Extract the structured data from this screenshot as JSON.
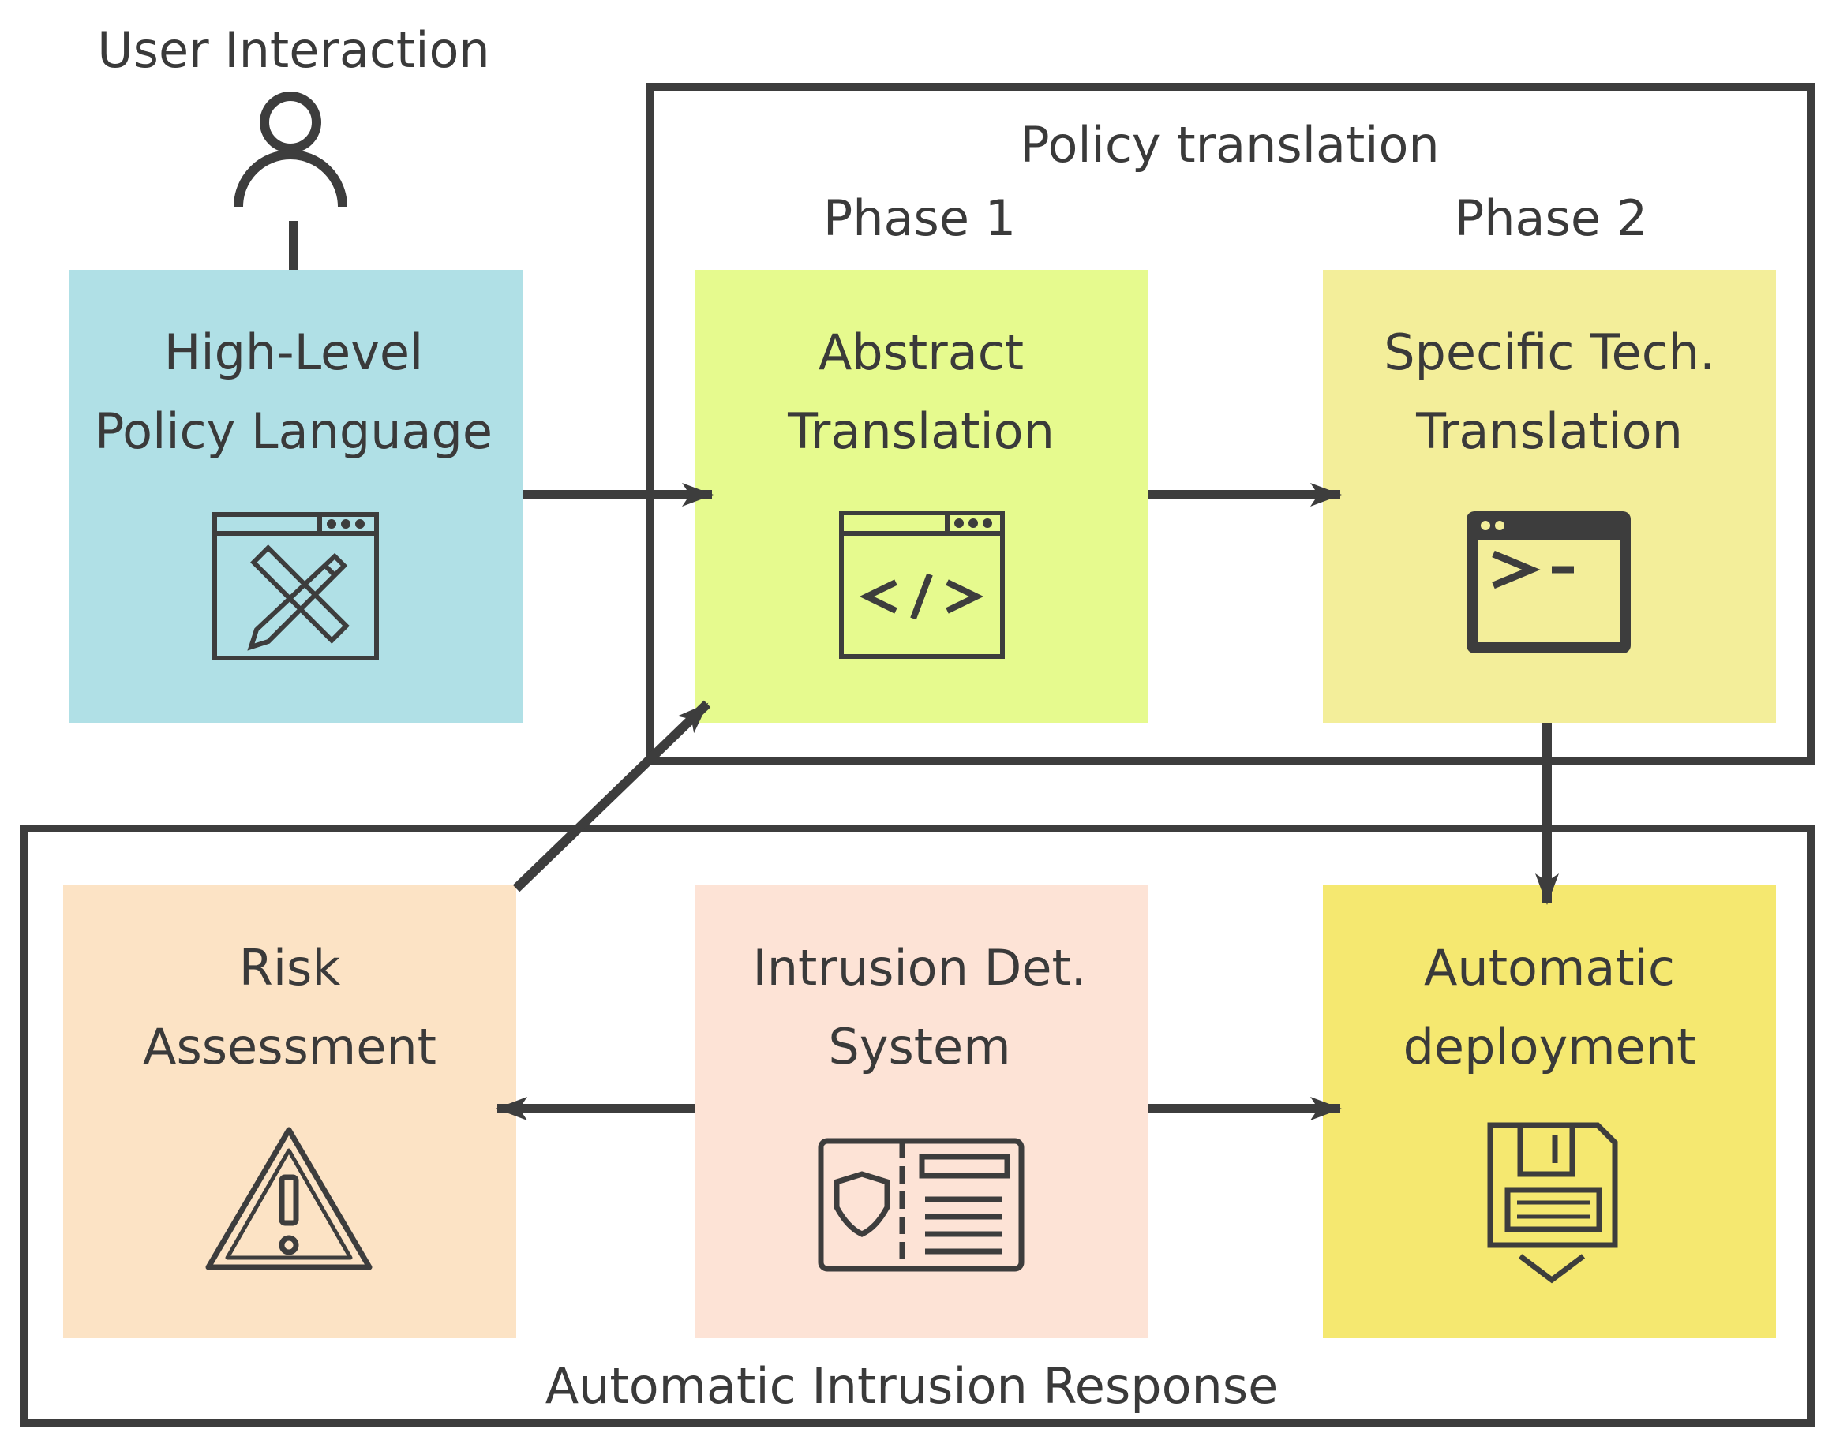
{
  "user_interaction_label": "User Interaction",
  "policy_translation": {
    "title": "Policy translation",
    "phase1_label": "Phase 1",
    "phase2_label": "Phase 2"
  },
  "air": {
    "title": "Automatic Intrusion Response"
  },
  "boxes": {
    "high_level": {
      "line1": "High-Level",
      "line2": "Policy Language",
      "color": "#b0e0e6",
      "icon": "design-tools-icon"
    },
    "abstract": {
      "line1": "Abstract",
      "line2": "Translation",
      "color": "#e6fa8e",
      "icon": "code-window-icon"
    },
    "specific": {
      "line1": "Specific Tech.",
      "line2": "Translation",
      "color": "#f3ee9a",
      "icon": "terminal-icon"
    },
    "risk": {
      "line1": "Risk",
      "line2": "Assessment",
      "color": "#fce3c5",
      "icon": "warning-icon"
    },
    "ids": {
      "line1": "Intrusion Det.",
      "line2": "System",
      "color": "#fde3d6",
      "icon": "id-card-icon"
    },
    "deploy": {
      "line1": "Automatic",
      "line2": "deployment",
      "color": "#f5e870",
      "icon": "floppy-download-icon"
    }
  },
  "colors": {
    "ink": "#3d3d3d",
    "background": "#ffffff"
  }
}
